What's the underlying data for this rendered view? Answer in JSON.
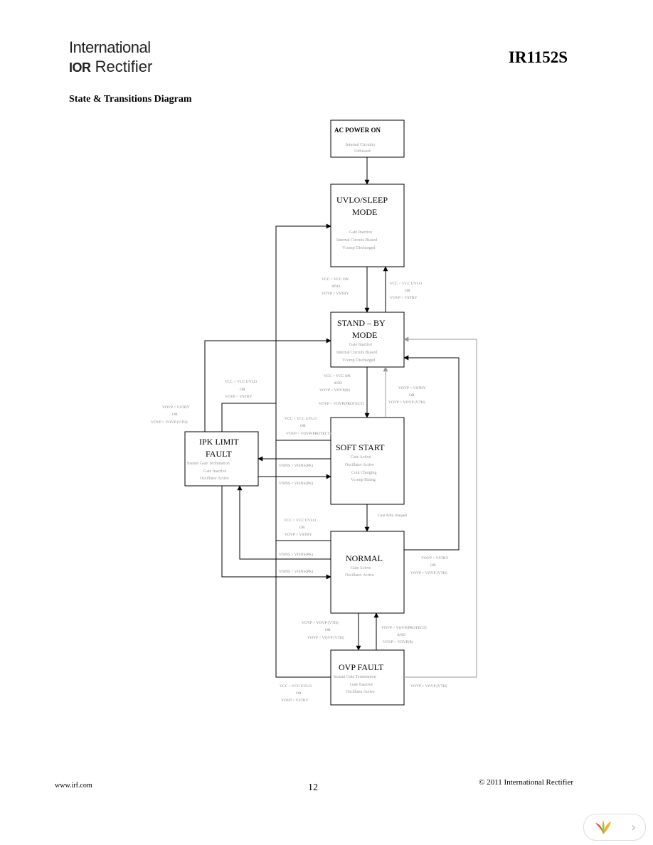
{
  "header": {
    "logo_line1": "International",
    "logo_ior": "IOR",
    "logo_line2": "Rectifier",
    "part_number": "IR1152S"
  },
  "section_title": "State & Transitions Diagram",
  "diagram": {
    "states": {
      "ac_power_on": {
        "title": "AC POWER ON",
        "lines": [
          "Internal Circuitry",
          "Unbiased"
        ]
      },
      "uvlo_sleep": {
        "title_line1": "UVLO/SLEEP",
        "title_line2": "MODE",
        "lines": [
          "Gate Inactive",
          "Internal Circuits Biased",
          "Vcomp Discharged"
        ]
      },
      "standby": {
        "title_line1": "STAND – BY",
        "title_line2": "MODE",
        "lines": [
          "Gate Inactive",
          "Internal Circuits Biased",
          "Vcomp Discharged"
        ]
      },
      "soft_start": {
        "title": "SOFT START",
        "lines": [
          "Gate Active",
          "Oscillator Active",
          "Cout Charging",
          "Vcomp Rising"
        ]
      },
      "ipk_limit": {
        "title_line1": "IPK LIMIT",
        "title_line2": "FAULT",
        "lines": [
          "Instant Gate Termination",
          "Gate Inactive",
          "Oscillator Active"
        ]
      },
      "normal": {
        "title": "NORMAL",
        "lines": [
          "Gate Active",
          "Oscillator Active"
        ]
      },
      "ovp_fault": {
        "title": "OVP FAULT",
        "lines": [
          "Instant Gate Termination",
          "Gate Inactive",
          "Oscillator Active"
        ]
      }
    },
    "conditions": {
      "uvlo_to_standby": [
        "VCC > VCC ON",
        "AND",
        "VOVP > VSTBY"
      ],
      "standby_to_uvlo": [
        "VCC < VCC UVLO",
        "OR",
        "VOVP < VSTBY"
      ],
      "standby_to_soft": [
        "VCC > VCC ON",
        "AND",
        "VOVP > VOVP(R)",
        "VOVP < VOVP(PROTECT)"
      ],
      "soft_to_standby": [
        "VOVP < VSTBY",
        "OR",
        "VOVP > VOVP (VTH)"
      ],
      "ipk_to_standby": [
        "VOVP < VSTBY",
        "OR",
        "VOVP > VOVP (VTH)"
      ],
      "ipk_alt": [
        "VCC < VCC UVLO",
        "OR",
        "VOVP < VSTBY"
      ],
      "soft_to_ipk": [
        "VCC < VCC UVLO",
        "OR",
        "VOVP < VOVP(PROTECT)"
      ],
      "soft_ipk_1": "VISNS < VISNS(PK)",
      "soft_ipk_2": "VISNS > VISNS(PK)",
      "soft_to_normal": "Cout fully charged",
      "normal_to_uvlo": [
        "VCC < VCC UVLO",
        "OR",
        "VOVP < VSTBY"
      ],
      "normal_ipk_1": "VISNS > VISNS(PK)",
      "normal_ipk_2": "VISNS < VISNS(PK)",
      "normal_to_standby": [
        "VOVP < VSTBY",
        "OR",
        "VOVP > VOVP (VTH)"
      ],
      "normal_to_ovp": [
        "VOVP > VOVP (VTH)",
        "OR",
        "VOVP > VOVP (VTH)"
      ],
      "ovp_to_normal": [
        "VOVP < VOVP(PROTECT)",
        "AND",
        "VOVP > VOVP(R)"
      ],
      "ovp_to_uvlo": [
        "VCC < VCC UVLO",
        "OR",
        "VOVP < VSTBY"
      ],
      "ovp_to_standby": "VOVP < VOVP (VTH)"
    }
  },
  "footer": {
    "website": "www.irf.com",
    "page": "12",
    "copyright": "© 2011 International Rectifier"
  },
  "colors": {
    "line": "#000000",
    "faint_line": "#999999",
    "faint_text": "#999999"
  }
}
